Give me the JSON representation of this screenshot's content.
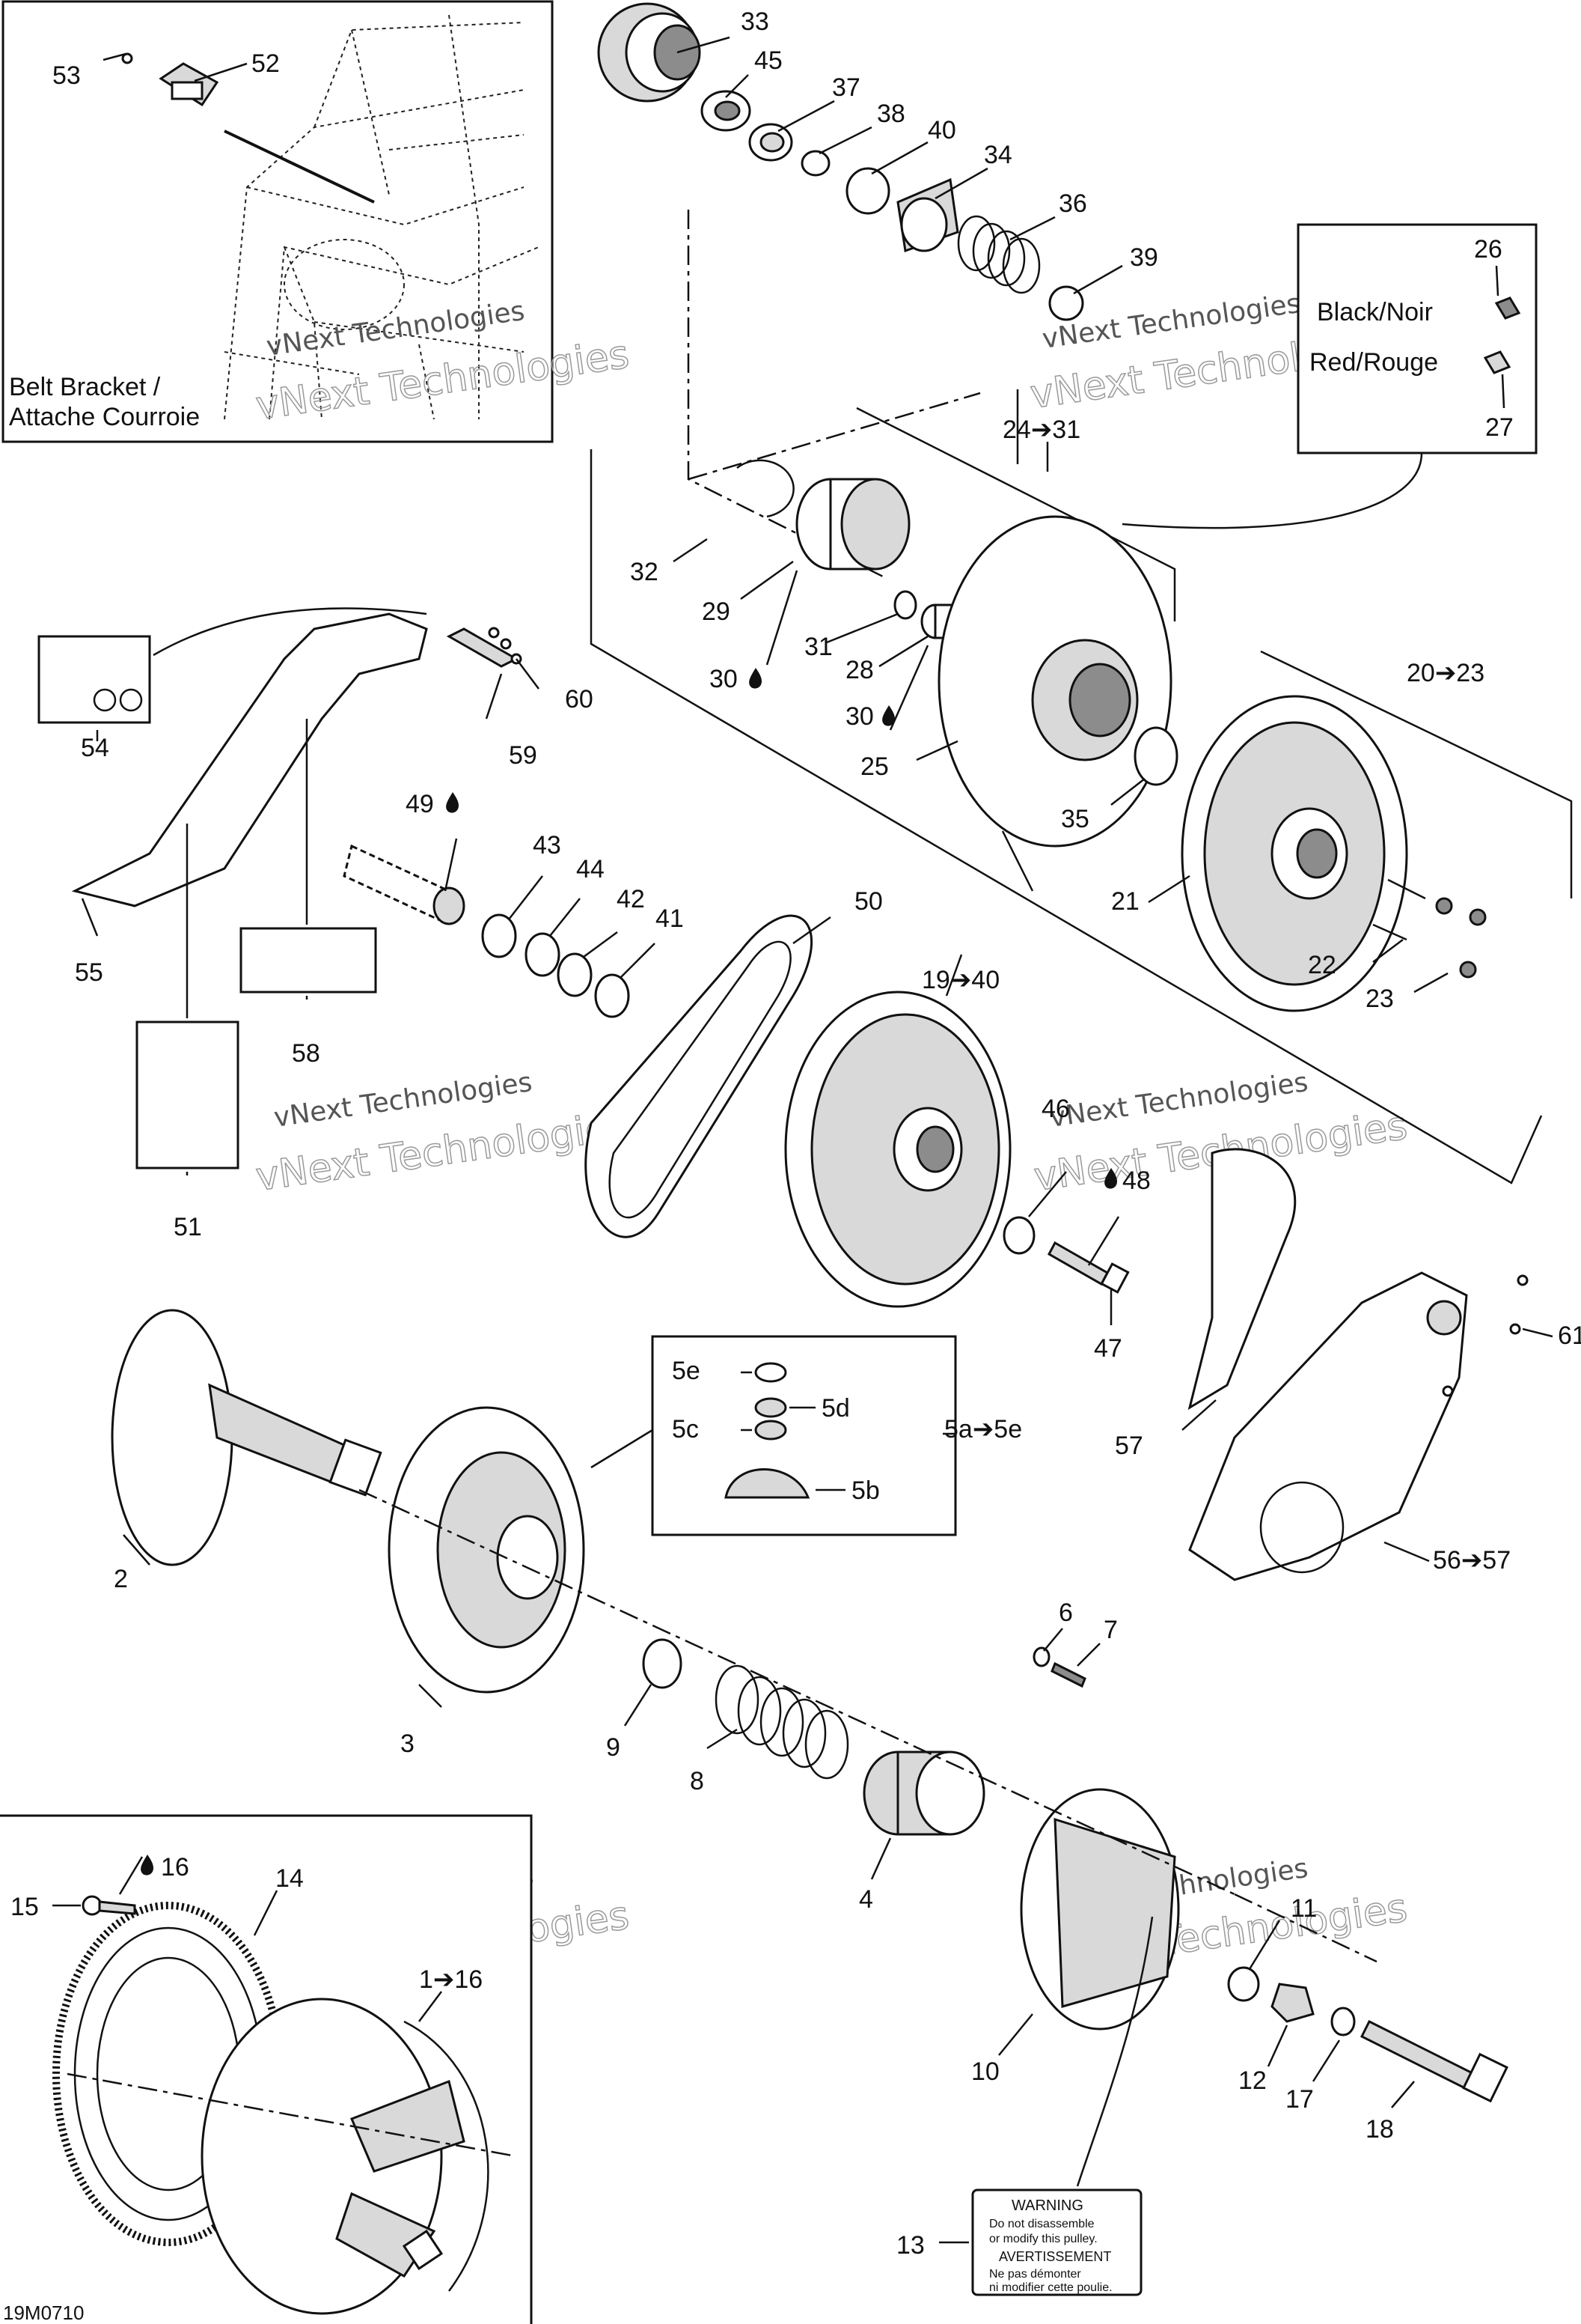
{
  "diagram_code": "19M0710",
  "watermark": "vNext Technologies",
  "inset_belt_bracket": {
    "line1": "Belt Bracket /",
    "line2": "Attache Courroie"
  },
  "color_box": {
    "black_label": "Black/Noir",
    "red_label": "Red/Rouge",
    "black_ref": "26",
    "red_ref": "27"
  },
  "kit_box": {
    "ref": "5a➔5e",
    "items": [
      "5e",
      "5d",
      "5c",
      "5b"
    ]
  },
  "decal_warning": {
    "line1": "WARNING",
    "line2": "Do not disassemble",
    "line3": "or modify this pulley.",
    "line4": "AVERTISSEMENT",
    "line5": "Ne pas démonter",
    "line6": "ni modifier cette poulie."
  },
  "callouts": {
    "c53": "53",
    "c52": "52",
    "c33": "33",
    "c45": "45",
    "c37": "37",
    "c38": "38",
    "c40": "40",
    "c34": "34",
    "c36": "36",
    "c39": "39",
    "c24": "24➔31",
    "c32": "32",
    "c29": "29",
    "c30a": "30",
    "c31": "31",
    "c28": "28",
    "c30b": "30",
    "c25": "25",
    "c35": "35",
    "c20": "20➔23",
    "c21": "21",
    "c22": "22",
    "c23": "23",
    "c54": "54",
    "c59": "59",
    "c60": "60",
    "c55": "55",
    "c49": "49",
    "c43": "43",
    "c44": "44",
    "c42": "42",
    "c41": "41",
    "c50": "50",
    "c58": "58",
    "c19": "19➔40",
    "c51": "51",
    "c46": "46",
    "c48": "48",
    "c47": "47",
    "c61": "61",
    "c57": "57",
    "c56": "56➔57",
    "c2": "2",
    "c3": "3",
    "c6": "6",
    "c7": "7",
    "c9": "9",
    "c8": "8",
    "c4": "4",
    "c16": "16",
    "c15": "15",
    "c14": "14",
    "c1": "1➔16",
    "c11": "11",
    "c10": "10",
    "c12": "12",
    "c17": "17",
    "c18": "18",
    "c13": "13"
  }
}
